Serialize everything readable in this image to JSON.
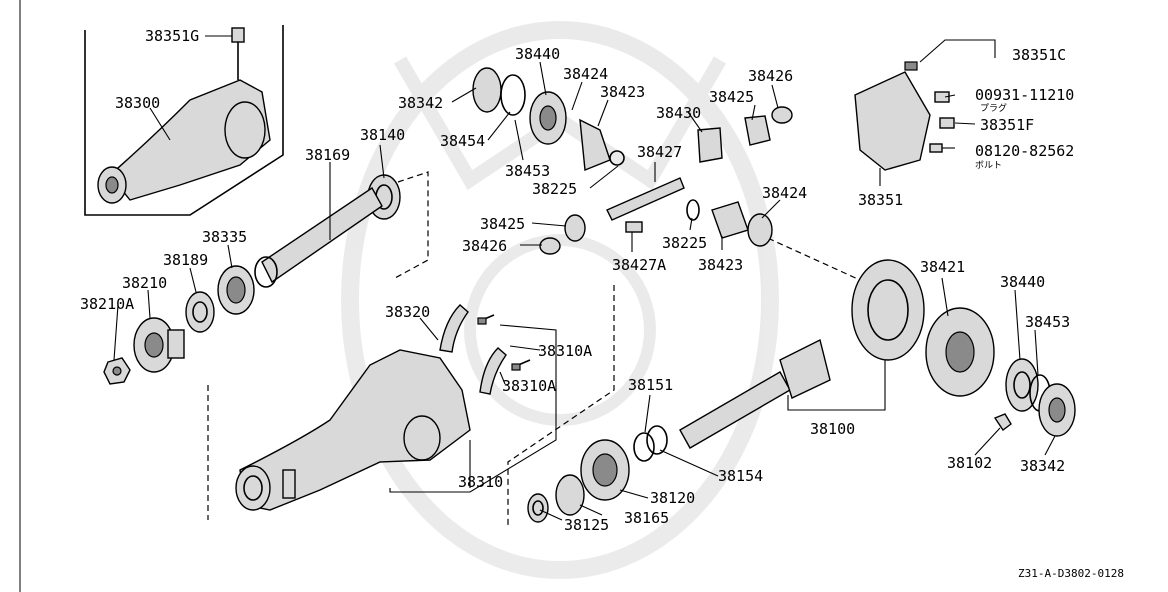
{
  "diagram_code": "Z31-A-D3802-0128",
  "labels": {
    "p38351G": "38351G",
    "p38300": "38300",
    "p38169": "38169",
    "p38140": "38140",
    "p38335": "38335",
    "p38189": "38189",
    "p38210": "38210",
    "p38210A": "38210A",
    "p38342a": "38342",
    "p38440a": "38440",
    "p38424a": "38424",
    "p38423a": "38423",
    "p38454": "38454",
    "p38453a": "38453",
    "p38225a": "38225",
    "p38430": "38430",
    "p38427": "38427",
    "p38426a": "38426",
    "p38425a": "38425",
    "p38425b": "38425",
    "p38426b": "38426",
    "p38427A": "38427A",
    "p38225b": "38225",
    "p38423b": "38423",
    "p38424b": "38424",
    "p38351C": "38351C",
    "p00931": "00931-11210",
    "p38351F": "38351F",
    "p08120": "08120-82562",
    "p38351": "38351",
    "p38320": "38320",
    "p38310A1": "38310A",
    "p38310A2": "38310A",
    "p38310": "38310",
    "p38151": "38151",
    "p38154": "38154",
    "p38120": "38120",
    "p38165": "38165",
    "p38125": "38125",
    "p38100": "38100",
    "p38421": "38421",
    "p38440b": "38440",
    "p38453b": "38453",
    "p38102": "38102",
    "p38342b": "38342"
  },
  "sublabels": {
    "plug": "プラグ",
    "bolt": "ボルト"
  }
}
